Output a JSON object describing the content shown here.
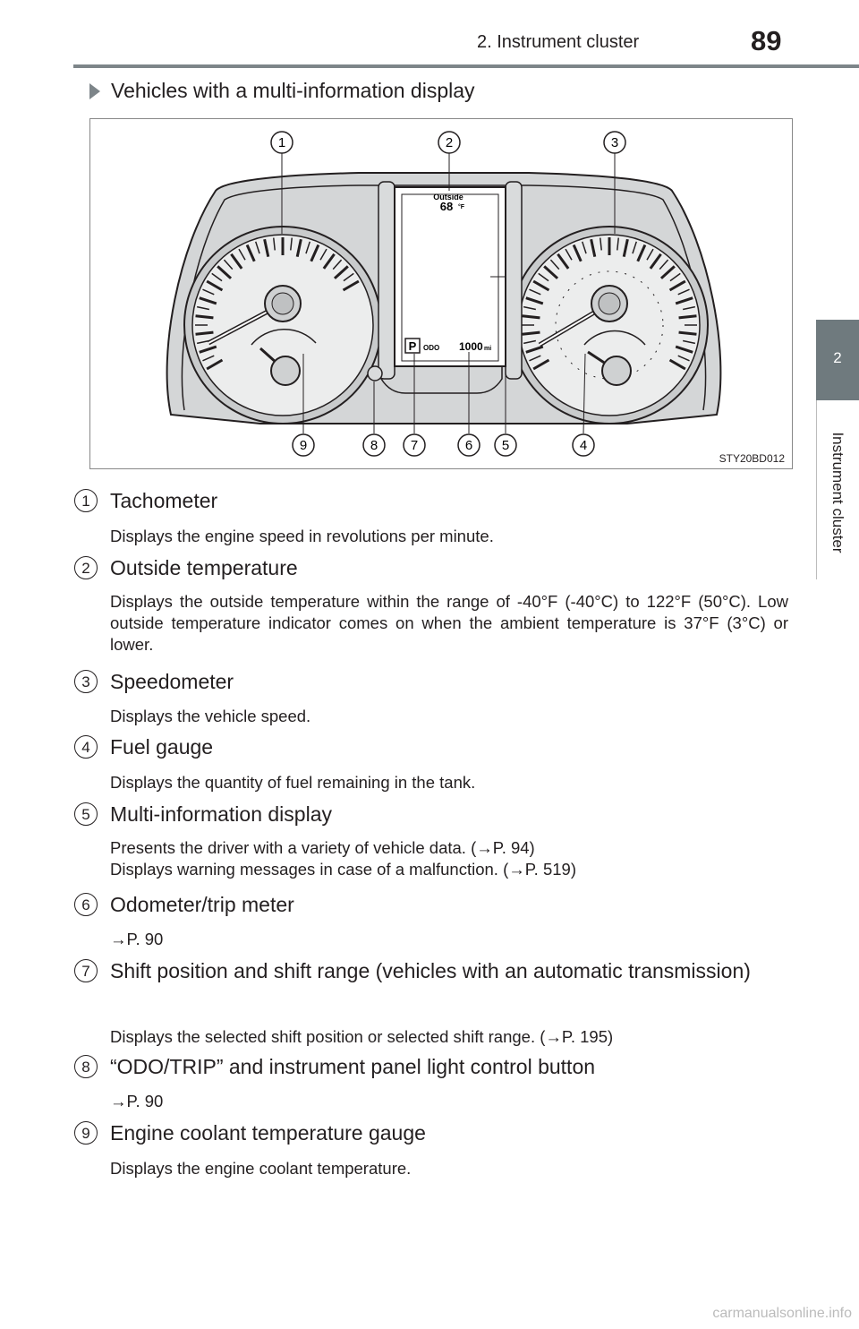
{
  "header": {
    "section": "2. Instrument cluster",
    "page": "89"
  },
  "side_tab": {
    "number": "2",
    "label": "Instrument cluster"
  },
  "section_heading": "Vehicles with a multi-information display",
  "figure": {
    "code": "STY20BD012",
    "display": {
      "outside_label": "Outside",
      "temp": "68",
      "temp_unit": "°F",
      "shift": "P",
      "odo_label": "ODO",
      "odo_value": "1000",
      "odo_unit": "mi"
    },
    "callouts": [
      "1",
      "2",
      "3",
      "4",
      "5",
      "6",
      "7",
      "8",
      "9"
    ]
  },
  "items": [
    {
      "num": "1",
      "title": "Tachometer",
      "desc": [
        "Displays the engine speed in revolutions per minute."
      ]
    },
    {
      "num": "2",
      "title": "Outside temperature",
      "desc": [
        "Displays the outside temperature within the range of -40°F (-40°C) to 122°F (50°C). Low outside temperature indicator comes on when the ambient temperature is 37°F (3°C) or lower."
      ]
    },
    {
      "num": "3",
      "title": "Speedometer",
      "desc": [
        "Displays the vehicle speed."
      ]
    },
    {
      "num": "4",
      "title": "Fuel gauge",
      "desc": [
        "Displays the quantity of fuel remaining in the tank."
      ]
    },
    {
      "num": "5",
      "title": "Multi-information display",
      "desc": [
        "Presents the driver with a variety of vehicle data. (→P. 94)",
        "Displays warning messages in case of a malfunction. (→P. 519)"
      ]
    },
    {
      "num": "6",
      "title": "Odometer/trip meter",
      "desc": [
        "→P. 90"
      ]
    },
    {
      "num": "7",
      "title": "Shift position and shift range (vehicles with an automatic transmission)",
      "desc": [
        "Displays the selected shift position or selected shift range. (→P. 195)"
      ]
    },
    {
      "num": "8",
      "title": "“ODO/TRIP” and instrument panel light control button",
      "desc": [
        "→P. 90"
      ]
    },
    {
      "num": "9",
      "title": "Engine coolant temperature gauge",
      "desc": [
        "Displays the engine coolant temperature."
      ]
    }
  ],
  "watermark": "carmanualsonline.info"
}
